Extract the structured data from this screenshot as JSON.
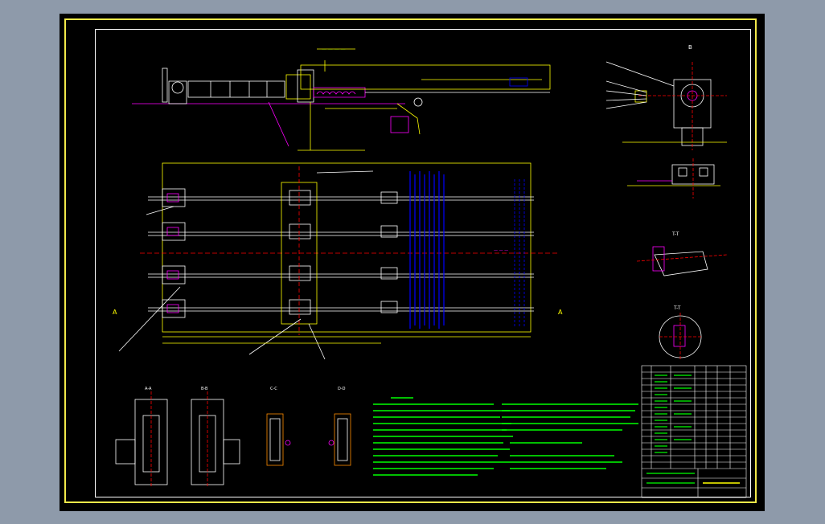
{
  "drawing": {
    "background": "#000000",
    "frame_color": "#f2e94a",
    "line_colors": {
      "outline": "#ffffff",
      "dimension": "#ffff00",
      "notes": "#00ff00",
      "motion": "#0000ff",
      "leader": "#ff00ff",
      "center": "#ff0000"
    },
    "section_marks": {
      "top_right": "B",
      "mid_right_1": "T-T",
      "mid_right_2": "T-T",
      "small_1": "A-A",
      "small_2": "B-B",
      "small_3": "C-C",
      "small_4": "D-D",
      "plan_left": "A",
      "plan_right": "A"
    },
    "center_label": "",
    "notes_title": "",
    "title_block_label": ""
  }
}
